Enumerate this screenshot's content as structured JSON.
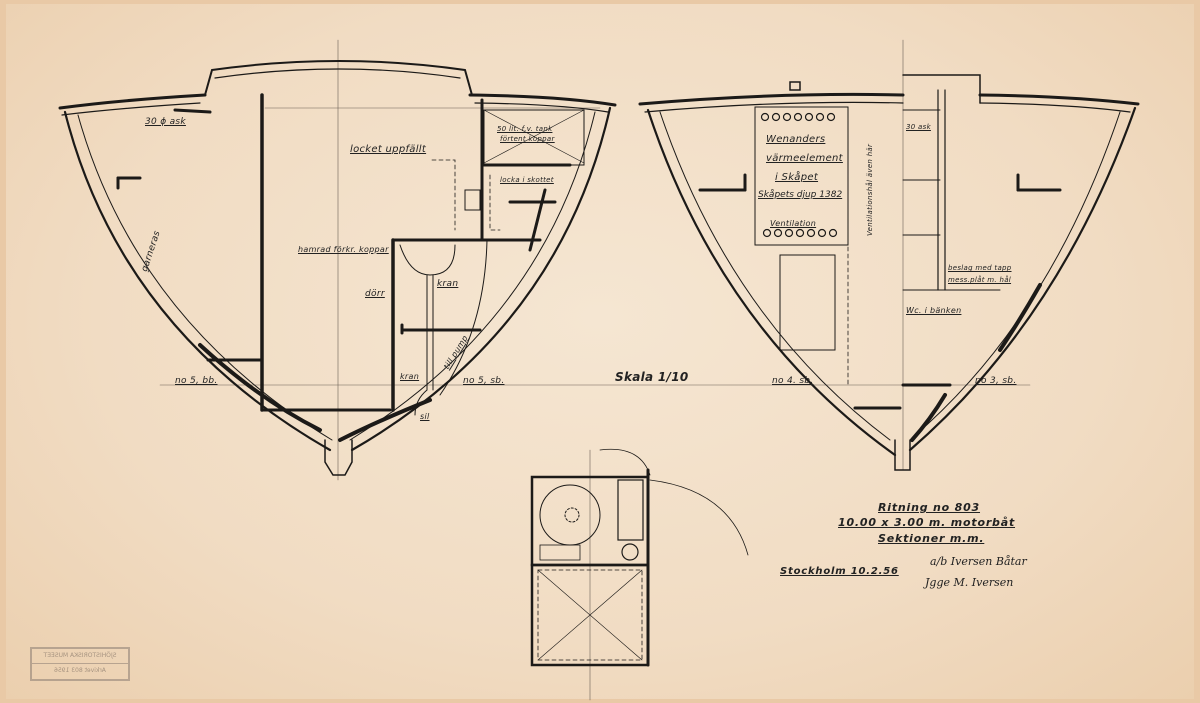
{
  "drawing": {
    "labels": {
      "ask_30": "30 ϕ ask",
      "garneras": "garneras",
      "no5_bb": "no 5, bb.",
      "locket": "locket uppfällt",
      "tank_1": "50 lit. f.v. tank",
      "tank_2": "förtent koppar",
      "locka": "locka i skottet",
      "hamrad": "hamrad förkr. koppar",
      "dorr": "dörr",
      "kran_1": "kran",
      "kran_2": "kran",
      "till_pump": "till pump",
      "no5_sb": "no 5, sb.",
      "sil": "sil",
      "skala": "Skala 1/10",
      "no4_sb": "no 4. sb.",
      "no3_sb": "no 3, sb.",
      "wen_1": "Wenanders",
      "wen_2": "värmeelement",
      "wen_3": "i Skåpet",
      "wen_4": "Skåpets djup 1382",
      "ventilation": "Ventilation",
      "ventilationshal": "Ventilationshål även här",
      "ask_right": "30 ask",
      "beslag_1": "beslag med tapp",
      "beslag_2": "mess.plåt m. hål",
      "wc": "Wc. i bänken"
    },
    "title_block": {
      "line1": "Ritning no 803",
      "line2": "10.00 x 3.00 m. motorbåt",
      "line3": "Sektioner m.m.",
      "place_date": "Stockholm 10.2.56",
      "sig_1": "a/b Iversen Båtar",
      "sig_2": "Jgge M. Iversen"
    },
    "stamp": {
      "line1": "SJÖHISTORISKA MUSEET",
      "line2": "Arkivet 803 1956"
    },
    "colors": {
      "paper": "#f1dcc3",
      "ink": "#1c1a18"
    }
  }
}
